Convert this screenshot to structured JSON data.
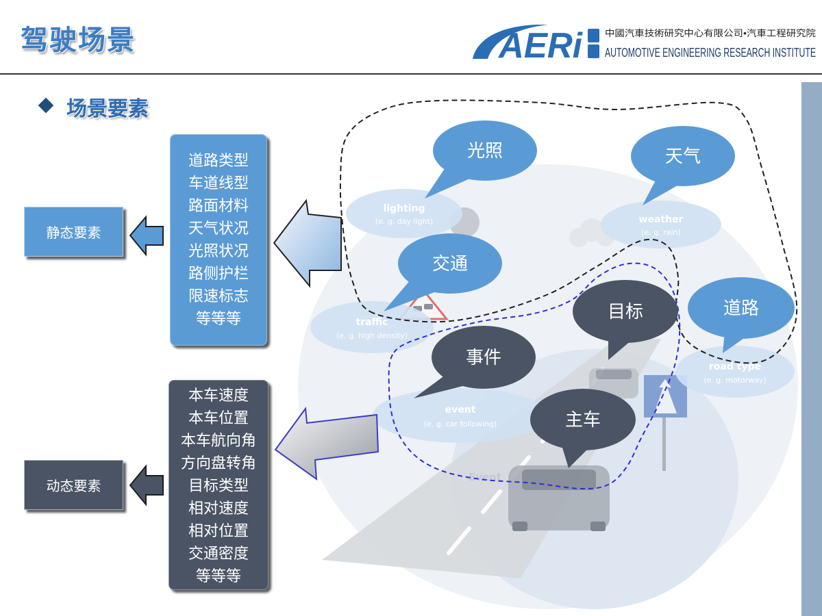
{
  "header": {
    "title": "驾驶场景",
    "logo": {
      "lettering": "AERi",
      "company_cn": "中國汽車技術研究中心有限公司•汽車工程研究院",
      "company_en": "AUTOMOTIVE ENGINEERING RESEARCH INSTITUTE"
    }
  },
  "section": {
    "bullet_icon": "diamond-icon",
    "title": "场景要素"
  },
  "static_elements": {
    "label": "静态要素",
    "arrow_icon": "left-arrow-icon",
    "items": [
      "道路类型",
      "车道线型",
      "路面材料",
      "天气状况",
      "光照状况",
      "路侧护栏",
      "限速标志",
      "等等等"
    ]
  },
  "dynamic_elements": {
    "label": "动态要素",
    "arrow_icon": "left-arrow-icon",
    "items": [
      "本车速度",
      "本车位置",
      "本车航向角",
      "方向盘转角",
      "目标类型",
      "相对速度",
      "相对位置",
      "交通密度",
      "等等等"
    ]
  },
  "diagram": {
    "static_bubbles": [
      "光照",
      "天气",
      "交通",
      "道路"
    ],
    "dynamic_bubbles": [
      "目标",
      "事件",
      "主车"
    ],
    "scene_labels": [
      {
        "name": "lighting",
        "example": "(e. g. day light)"
      },
      {
        "name": "weather",
        "example": "(e. g. rain)"
      },
      {
        "name": "traffic",
        "example": "(e. g. high density)"
      },
      {
        "name": "event",
        "example": "(e. g. car following)"
      },
      {
        "name": "road type",
        "example": "(e. g. motorway)"
      }
    ],
    "watermark": "Event"
  },
  "colors": {
    "title_blue": "#3b7dc4",
    "logo_blue": "#2a6db5",
    "static_blue": "#5b9bd5",
    "dynamic_slate": "#4a5464",
    "static_boundary": "#222222",
    "dynamic_boundary": "#2e2ecf",
    "side_bar": "#94acc4"
  }
}
